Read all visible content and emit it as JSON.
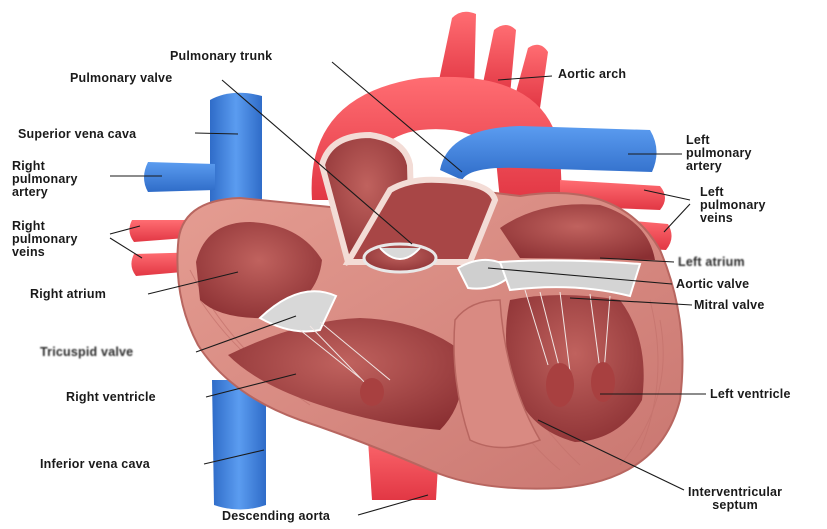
{
  "labels": {
    "pulmonary_trunk": "Pulmonary trunk",
    "pulmonary_valve": "Pulmonary valve",
    "aortic_arch": "Aortic arch",
    "superior_vena_cava": "Superior vena cava",
    "right_pulmonary_artery": [
      "Right",
      "pulmonary",
      "artery"
    ],
    "left_pulmonary_artery": [
      "Left",
      "pulmonary",
      "artery"
    ],
    "right_pulmonary_veins": [
      "Right",
      "pulmonary",
      "veins"
    ],
    "left_pulmonary_veins": [
      "Left",
      "pulmonary",
      "veins"
    ],
    "left_atrium": "Left atrium",
    "right_atrium": "Right atrium",
    "aortic_valve": "Aortic valve",
    "mitral_valve": "Mitral valve",
    "tricuspid_valve": "Tricuspid valve",
    "right_ventricle": "Right ventricle",
    "left_ventricle": "Left ventricle",
    "inferior_vena_cava": "Inferior vena cava",
    "interventricular_septum": [
      "Interventricular",
      "septum"
    ],
    "descending_aorta": "Descending aorta"
  },
  "colors": {
    "artery_red": "#ee4550",
    "vein_blue": "#3f7fd6",
    "muscle_pink": "#d98a82",
    "chamber_dark": "#9c3a3a",
    "valve_gray": "#cfcfcf"
  }
}
